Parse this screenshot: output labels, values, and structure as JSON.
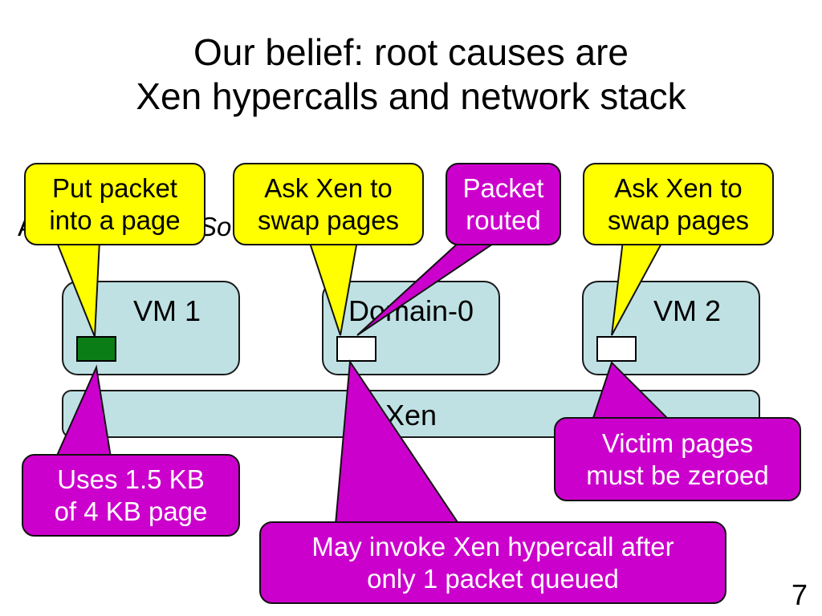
{
  "title": {
    "line1": "Our belief: root causes are",
    "line2": "Xen hypercalls and network stack"
  },
  "background_text": {
    "prefix": "A",
    "italic": "So"
  },
  "vm1": {
    "label": "VM 1"
  },
  "domain0": {
    "label": "Domain-0"
  },
  "vm2": {
    "label": "VM 2"
  },
  "xen": {
    "label": "Xen"
  },
  "callouts": {
    "put_packet": {
      "line1": "Put packet",
      "line2": "into a page"
    },
    "ask_xen_1": {
      "line1": "Ask Xen to",
      "line2": "swap pages"
    },
    "packet_routed": {
      "line1": "Packet",
      "line2": "routed"
    },
    "ask_xen_2": {
      "line1": "Ask Xen to",
      "line2": "swap pages"
    },
    "uses_kb": {
      "line1": "Uses 1.5 KB",
      "line2": "of 4 KB page"
    },
    "may_invoke": {
      "line1": "May invoke Xen hypercall after",
      "line2": "only 1 packet queued"
    },
    "victim_pages": {
      "line1": "Victim pages",
      "line2": "must be zeroed"
    }
  },
  "colors": {
    "vm_box": "#bfe1e4",
    "page_filled": "#0a7d16",
    "callout_yellow": "#ffff00",
    "callout_magenta": "#cc00cc"
  },
  "slide_number": "7"
}
